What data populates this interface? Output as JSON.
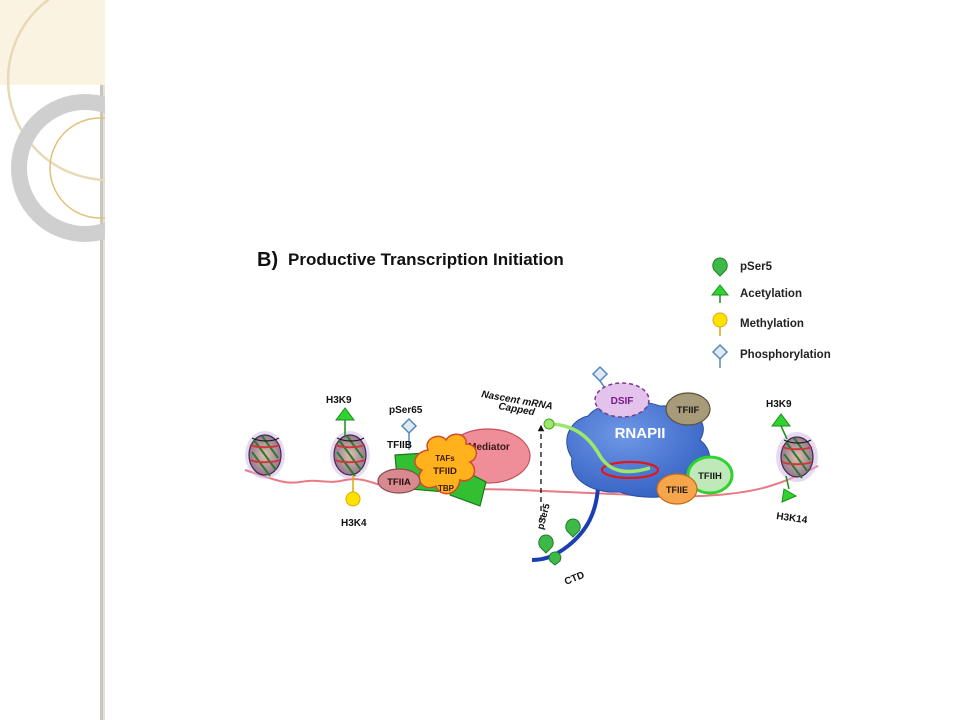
{
  "figure": {
    "panel_letter": "B)",
    "title": "Productive Transcription Initiation"
  },
  "legend": [
    {
      "icon": "teardrop-green",
      "label": "pSer5"
    },
    {
      "icon": "triangle-green",
      "label": "Acetylation"
    },
    {
      "icon": "circle-yellow",
      "label": "Methylation"
    },
    {
      "icon": "diamond-blue",
      "label": "Phosphorylation"
    }
  ],
  "labels": {
    "h3k9_left": "H3K9",
    "h3k4": "H3K4",
    "pser65": "pSer65",
    "tfiib": "TFIIB",
    "tfiia": "TFIIA",
    "tafs": "TAFs",
    "tfiid": "TFIID",
    "tbp": "TBP",
    "mediator": "Mediator",
    "nascent_line1": "Nascent mRNA",
    "nascent_line2": "Capped",
    "pser5_ctd": "pSer5",
    "ctd": "CTD",
    "dsif": "DSIF",
    "tfiif": "TFIIF",
    "rnapii": "RNAPII",
    "tfiih": "TFIIH",
    "tfiie": "TFIIE",
    "h3k9_right": "H3K9",
    "h3k14": "H3K14"
  },
  "colors": {
    "acetylation": "#22bb22",
    "methylation": "#ffe200",
    "phosphorylation": "#5588bb",
    "rnapii": "#3f6fd0",
    "dna": "#e97a84",
    "mediator": "#ef8d98",
    "tfiid": "#ffb21c",
    "tfiia": "#d98a8e",
    "tfiif": "#a89b7a",
    "tfiie": "#f7a54a",
    "tfiih": "#bfe9b8",
    "dsif": "#e3c2ec",
    "ctd": "#1a3fb5"
  }
}
